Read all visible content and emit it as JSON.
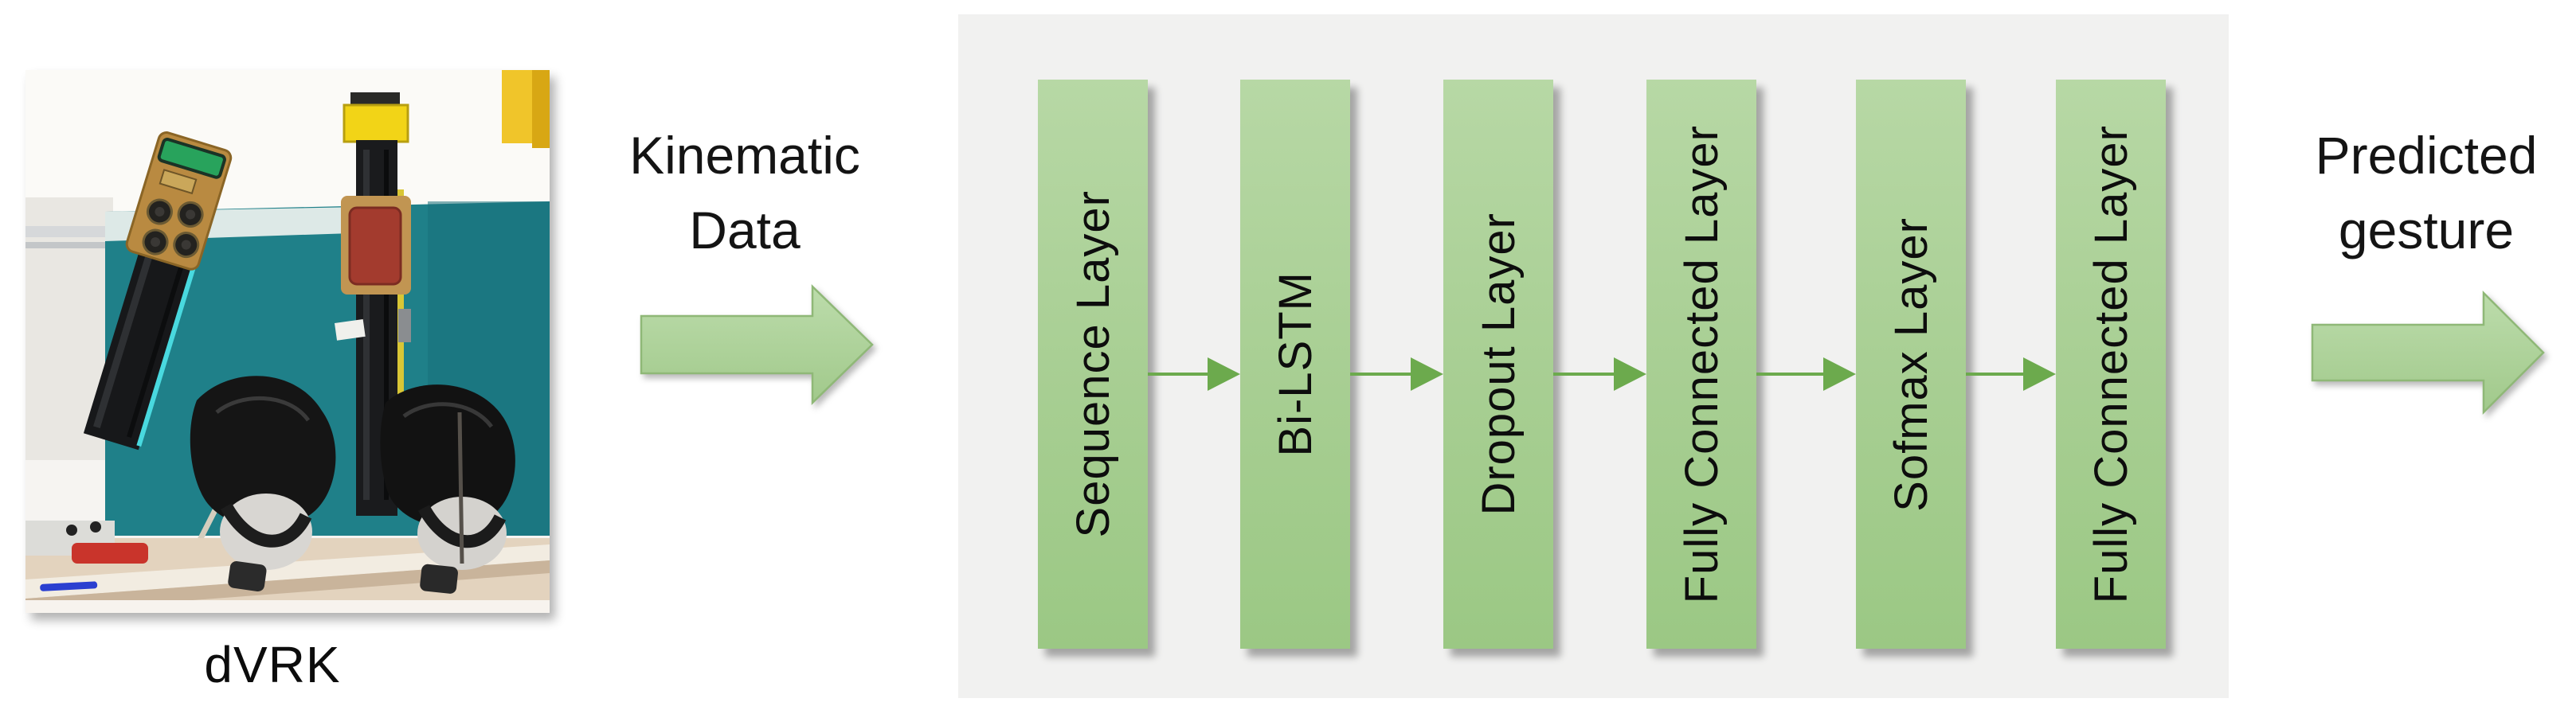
{
  "diagram": {
    "photo_label": "dVRK",
    "input_label": {
      "line1": "Kinematic",
      "line2": "Data"
    },
    "output_label": {
      "line1": "Predicted",
      "line2": "gesture"
    },
    "layers": [
      {
        "label": "Sequence Layer"
      },
      {
        "label": "Bi-LSTM"
      },
      {
        "label": "Dropout Layer"
      },
      {
        "label": "Fully Connected Layer"
      },
      {
        "label": "Sofmax Layer"
      },
      {
        "label": "Fully Connected Layer"
      }
    ],
    "colors": {
      "panel_bg": "#f1f1f0",
      "layer_box_fill_top": "#b7d8a5",
      "layer_box_fill_bottom": "#9bc884",
      "connector_arrow": "#6caa4d",
      "block_arrow_fill": "#aed29b",
      "block_arrow_border": "#8fb877",
      "text": "#111111"
    }
  }
}
